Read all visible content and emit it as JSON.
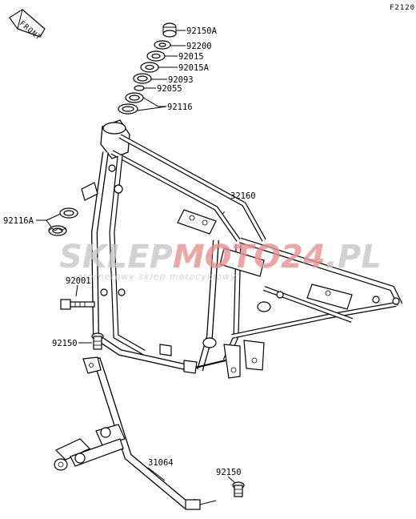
{
  "diagram_code": "F2120",
  "front_arrow_label": "FRONT",
  "watermark": {
    "brand_part1": "SKLEP",
    "brand_part2": "MOTO",
    "brand_part3": "24",
    "brand_part4": ".PL",
    "tagline": "internetowy sklep motocyklowy",
    "colors": {
      "gray": "#c8c8c8",
      "red": "#e89090"
    }
  },
  "parts": [
    {
      "id": "label-92150A",
      "text": "92150A"
    },
    {
      "id": "label-92200",
      "text": "92200"
    },
    {
      "id": "label-92015",
      "text": "92015"
    },
    {
      "id": "label-92015A",
      "text": "92015A"
    },
    {
      "id": "label-92093",
      "text": "92093"
    },
    {
      "id": "label-92055",
      "text": "92055"
    },
    {
      "id": "label-92116",
      "text": "92116"
    },
    {
      "id": "label-32160",
      "text": "32160"
    },
    {
      "id": "label-92116A",
      "text": "92116A"
    },
    {
      "id": "label-92001",
      "text": "92001"
    },
    {
      "id": "label-92150-left",
      "text": "92150"
    },
    {
      "id": "label-31064",
      "text": "31064"
    },
    {
      "id": "label-92150-right",
      "text": "92150"
    }
  ]
}
